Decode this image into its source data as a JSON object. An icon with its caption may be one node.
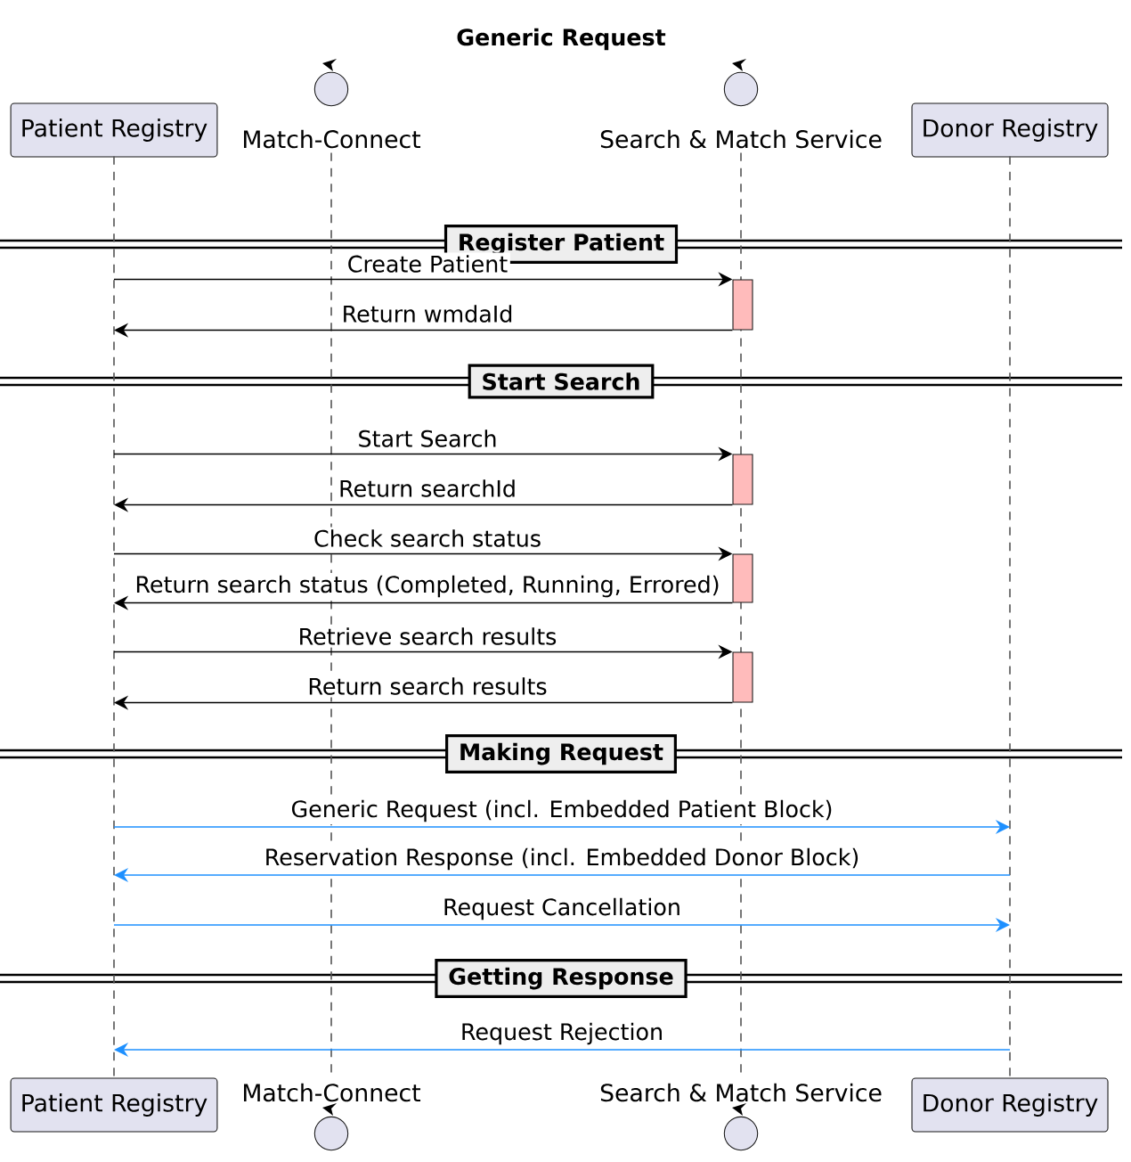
{
  "diagram": {
    "title": "Generic Request",
    "nodes": [
      {
        "text": [
          "Patient Registry"
        ]
      },
      {
        "text": [
          "Match-Connect"
        ]
      },
      {
        "text": [
          "Search & Match Service"
        ]
      },
      {
        "text": [
          "Donor Registry"
        ]
      },
      {
        "text": [],
        "shape": "line"
      },
      {
        "text": [],
        "shape": "line"
      },
      {
        "text": [],
        "shape": "line"
      },
      {
        "text": [],
        "shape": "line"
      },
      {
        "text": [
          "Register Patient"
        ]
      },
      {
        "text": [],
        "shape": "bar"
      },
      {
        "text": [
          "Start Search"
        ]
      },
      {
        "text": [],
        "shape": "bar"
      },
      {
        "text": [],
        "shape": "bar"
      },
      {
        "text": [],
        "shape": "bar"
      },
      {
        "text": [
          "Making Request"
        ]
      },
      {
        "text": [
          "Getting Response"
        ]
      },
      {
        "text": [
          "Patient Registry"
        ]
      },
      {
        "text": [
          "Match-Connect"
        ]
      },
      {
        "text": [
          "Search & Match Service"
        ]
      },
      {
        "text": [
          "Donor Registry"
        ]
      }
    ],
    "edges": [
      {
        "from": 4,
        "to": 9,
        "arrow": "to",
        "label": "Create Patient"
      },
      {
        "from": 9,
        "to": 4,
        "arrow": "to",
        "label": "Return wmdaId"
      },
      {
        "from": 4,
        "to": 11,
        "arrow": "to",
        "label": "Start Search"
      },
      {
        "from": 11,
        "to": 4,
        "arrow": "to",
        "label": "Return searchId"
      },
      {
        "from": 4,
        "to": 12,
        "arrow": "to",
        "label": "Check search status"
      },
      {
        "from": 12,
        "to": 4,
        "arrow": "to",
        "label": "Return search status (Completed, Running, Errored)"
      },
      {
        "from": 4,
        "to": 13,
        "arrow": "to",
        "label": "Retrieve search results"
      },
      {
        "from": 13,
        "to": 4,
        "arrow": "to",
        "label": "Return search results"
      },
      {
        "from": 4,
        "to": 7,
        "arrow": "to",
        "label": "Generic Request (incl. Embedded Patient Block)",
        "color": "#1e90ff"
      },
      {
        "from": 7,
        "to": 4,
        "arrow": "to",
        "label": "Reservation Response (incl. Embedded Donor Block)",
        "color": "#1e90ff"
      },
      {
        "from": 4,
        "to": 7,
        "arrow": "to",
        "label": "Request Cancellation",
        "color": "#1e90ff"
      },
      {
        "from": 7,
        "to": 4,
        "arrow": "to",
        "label": "Request Rejection",
        "color": "#1e90ff"
      }
    ]
  }
}
